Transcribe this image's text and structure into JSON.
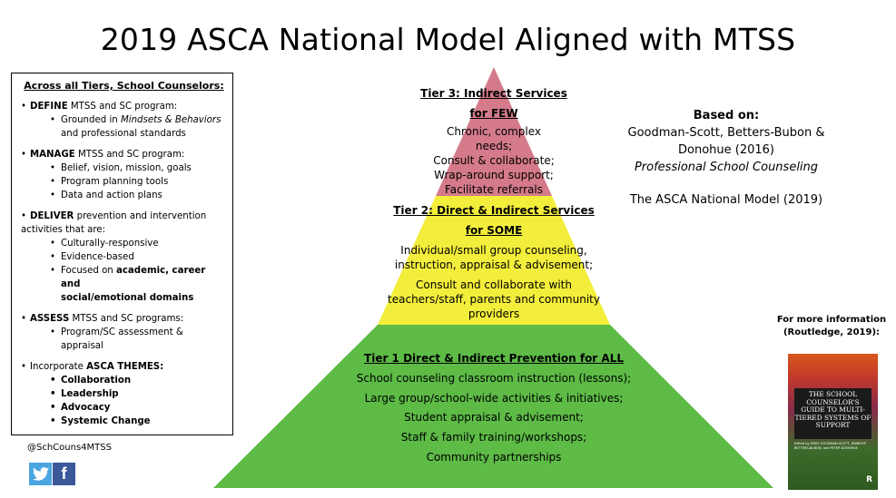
{
  "title": "2019 ASCA National Model Aligned with MTSS",
  "left_box": {
    "header": "Across all Tiers, School Counselors:",
    "define": {
      "bold": "DEFINE",
      "rest": " MTSS and SC program:",
      "items": [
        {
          "pre": "Grounded in ",
          "ital": "Mindsets & Behaviors",
          "post": ""
        },
        {
          "pre": "and professional standards"
        }
      ]
    },
    "manage": {
      "bold": "MANAGE",
      "rest": " MTSS and SC program:",
      "items": [
        "Belief, vision, mission, goals",
        "Program planning tools",
        "Data and action plans"
      ]
    },
    "deliver": {
      "bold": "DELIVER",
      "rest": " prevention and intervention",
      "line2": "activities that are:",
      "items": [
        "Culturally-responsive",
        "Evidence-based"
      ],
      "focus_pre": "Focused on ",
      "focus_bold": "academic, career and",
      "focus_line2": "social/emotional domains"
    },
    "assess": {
      "bold": "ASSESS",
      "rest": " MTSS and SC programs:",
      "items": [
        "Program/SC assessment &",
        "appraisal"
      ]
    },
    "incorporate": {
      "pre": "Incorporate ",
      "bold": "ASCA THEMES:",
      "items": [
        "Collaboration",
        "Leadership",
        "Advocacy",
        "Systemic Change"
      ]
    }
  },
  "handle": "@SchCouns4MTSS",
  "social": {
    "twitter_icon": "twitter-icon",
    "facebook_icon": "facebook-icon",
    "facebook_glyph": "f"
  },
  "pyramid": {
    "colors": {
      "tier3": "#d47a8a",
      "tier2": "#f3ee3b",
      "tier1": "#5dbb46"
    },
    "tier3": {
      "heading": "Tier 3: Indirect Services",
      "sub": "for FEW",
      "lines": [
        "Chronic, complex",
        "needs;",
        "Consult & collaborate;",
        "Wrap-around support;",
        "Facilitate referrals"
      ]
    },
    "tier2": {
      "heading": "Tier 2: Direct & Indirect Services",
      "sub": "for SOME",
      "lines": [
        "Individual/small group counseling,",
        "instruction, appraisal & advisement;"
      ],
      "lines2": [
        "Consult and collaborate with",
        "teachers/staff, parents and community",
        "providers"
      ]
    },
    "tier1": {
      "heading": "Tier 1 Direct & Indirect Prevention for ALL",
      "lines": [
        "School counseling classroom instruction (lessons);",
        "Large group/school-wide activities & initiatives;",
        "Student appraisal & advisement;",
        "Staff & family training/workshops;",
        "Community partnerships"
      ]
    }
  },
  "based_on": {
    "label": "Based on:",
    "authors1": "Goodman-Scott, Betters-Bubon &",
    "authors2": "Donohue (2016)",
    "journal": "Professional School Counseling",
    "model": "The ASCA National Model (2019)"
  },
  "more_info": {
    "line1": "For more information",
    "line2": "(Routledge, 2019):"
  },
  "book": {
    "title": "THE SCHOOL COUNSELOR'S GUIDE TO MULTI-TIERED SYSTEMS OF SUPPORT",
    "authors": "Edited by EMILY GOODMAN-SCOTT, JENNIFER BETTERS-BUBON, and PETER DONOHUE",
    "publisher_mark": "R"
  }
}
